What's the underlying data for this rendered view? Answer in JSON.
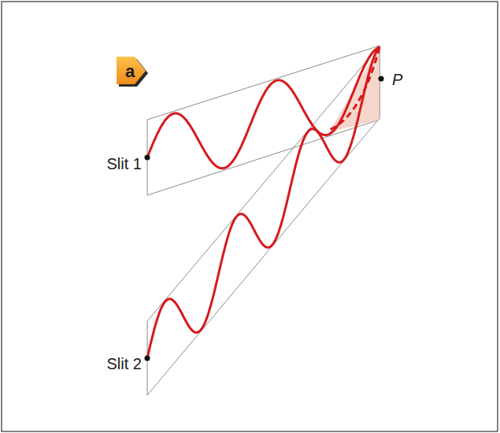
{
  "diagram": {
    "nodes": [
      {
        "text": [
          "a"
        ]
      }
    ],
    "labels": [
      "Slit 1",
      "Slit 2",
      "P"
    ]
  }
}
